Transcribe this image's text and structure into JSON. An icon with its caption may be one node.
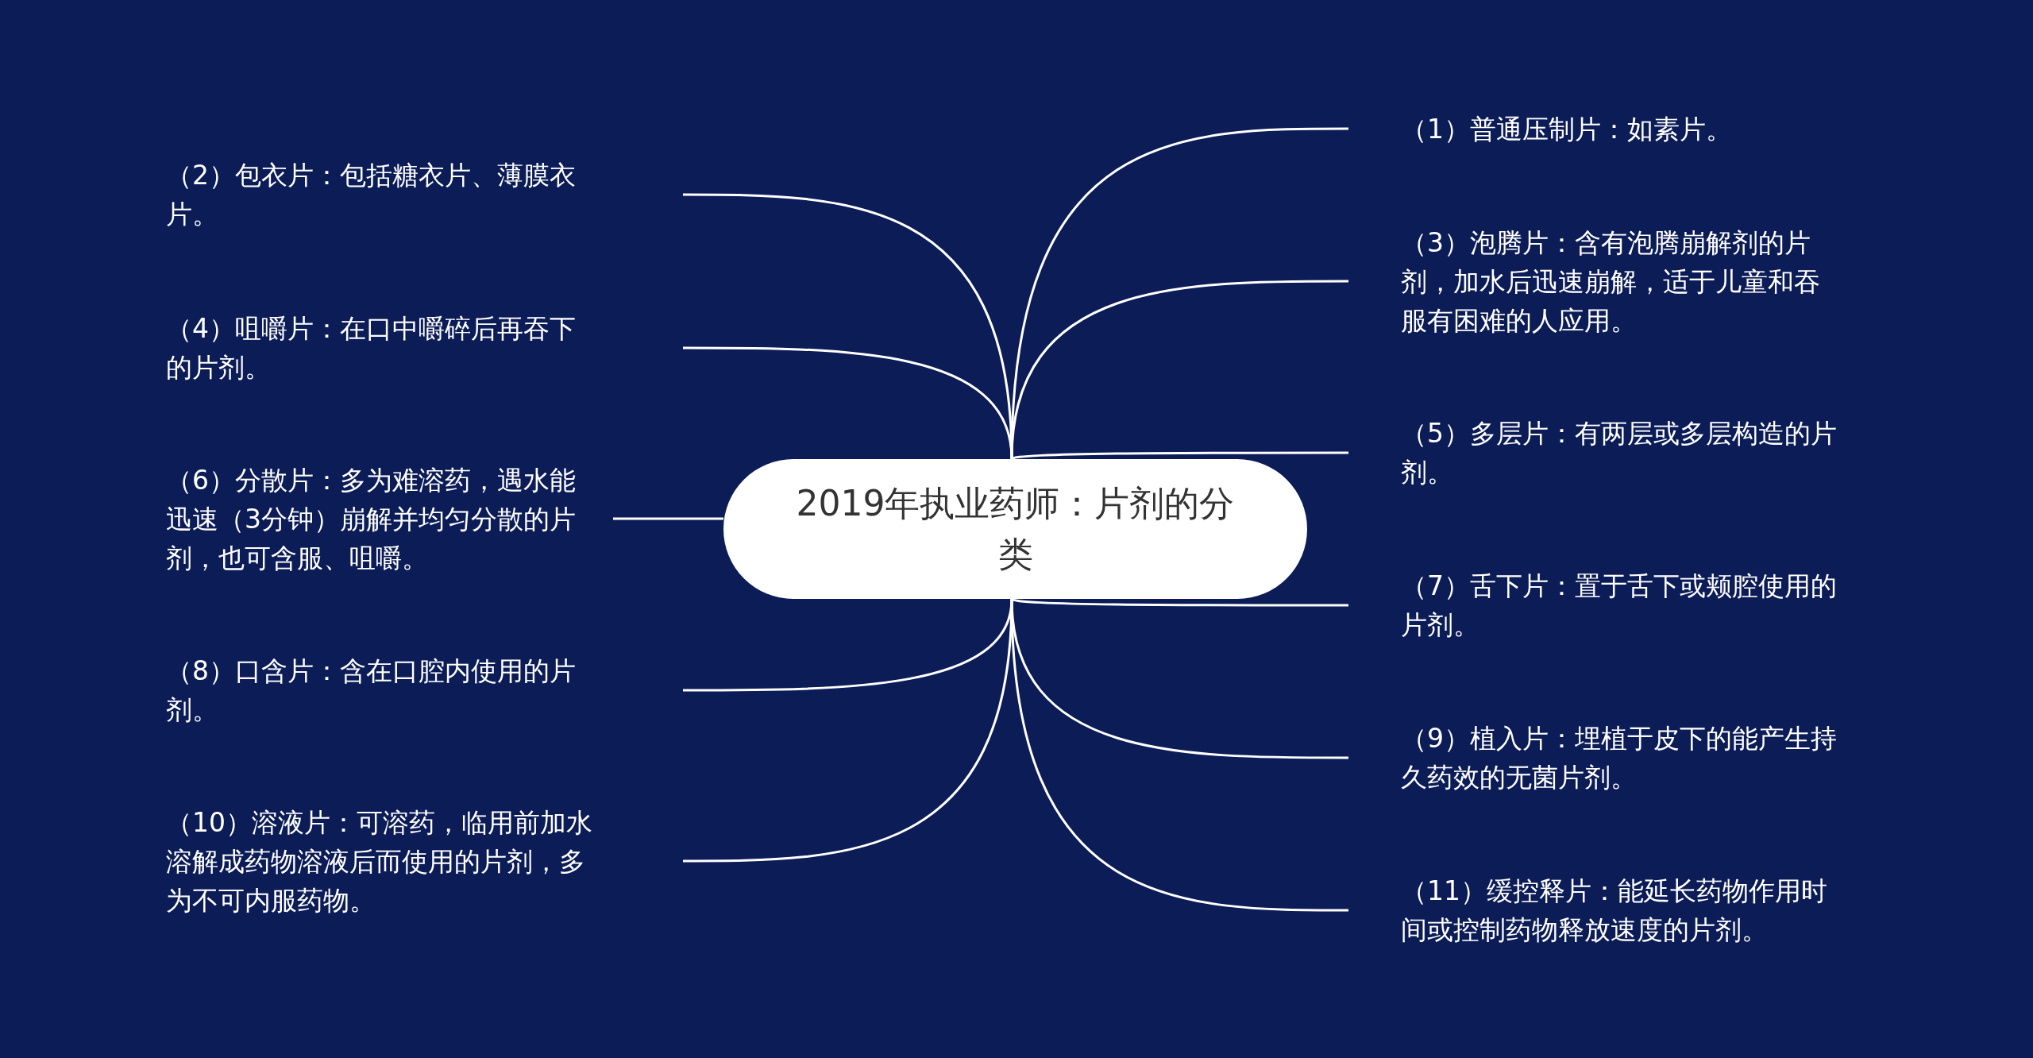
{
  "diagram": {
    "nodes": [
      {
        "text": [
          "2019年执业药师：片剂的分类"
        ]
      },
      {
        "text": [
          "（1）普通压制片：如素片。"
        ]
      },
      {
        "text": [
          "（2）包衣片：包括糖衣片、薄膜衣片。"
        ]
      },
      {
        "text": [
          "（3）泡腾片：含有泡腾崩解剂的片剂，加水后迅速崩解，适于儿童和吞服有困难的人应用。"
        ]
      },
      {
        "text": [
          "（4）咀嚼片：在口中嚼碎后再吞下的片剂。"
        ]
      },
      {
        "text": [
          "（5）多层片：有两层或多层构造的片剂。"
        ]
      },
      {
        "text": [
          "（6）分散片：多为难溶药，遇水能迅速（3分钟）崩解并均匀分散的片剂，也可含服、咀嚼。"
        ]
      },
      {
        "text": [
          "（7）舌下片：置于舌下或颊腔使用的片剂。"
        ]
      },
      {
        "text": [
          "（8）口含片：含在口腔内使用的片剂。"
        ]
      },
      {
        "text": [
          "（9）植入片：埋植于皮下的能产生持久药效的无菌片剂。"
        ]
      },
      {
        "text": [
          "（10）溶液片：可溶药，临用前加水溶解成药物溶液后而使用的片剂，多为不可内服药物。"
        ]
      },
      {
        "text": [
          "（11）缓控释片：能延长药物作用时间或控制药物释放速度的片剂。"
        ]
      }
    ],
    "edges": [
      {
        "from": 0,
        "to": 1,
        "arrow": "none"
      },
      {
        "from": 0,
        "to": 2,
        "arrow": "none"
      },
      {
        "from": 0,
        "to": 3,
        "arrow": "none"
      },
      {
        "from": 0,
        "to": 4,
        "arrow": "none"
      },
      {
        "from": 0,
        "to": 5,
        "arrow": "none"
      },
      {
        "from": 0,
        "to": 6,
        "arrow": "none"
      },
      {
        "from": 0,
        "to": 7,
        "arrow": "none"
      },
      {
        "from": 0,
        "to": 8,
        "arrow": "none"
      },
      {
        "from": 0,
        "to": 9,
        "arrow": "none"
      },
      {
        "from": 0,
        "to": 10,
        "arrow": "none"
      },
      {
        "from": 0,
        "to": 11,
        "arrow": "none"
      }
    ]
  }
}
